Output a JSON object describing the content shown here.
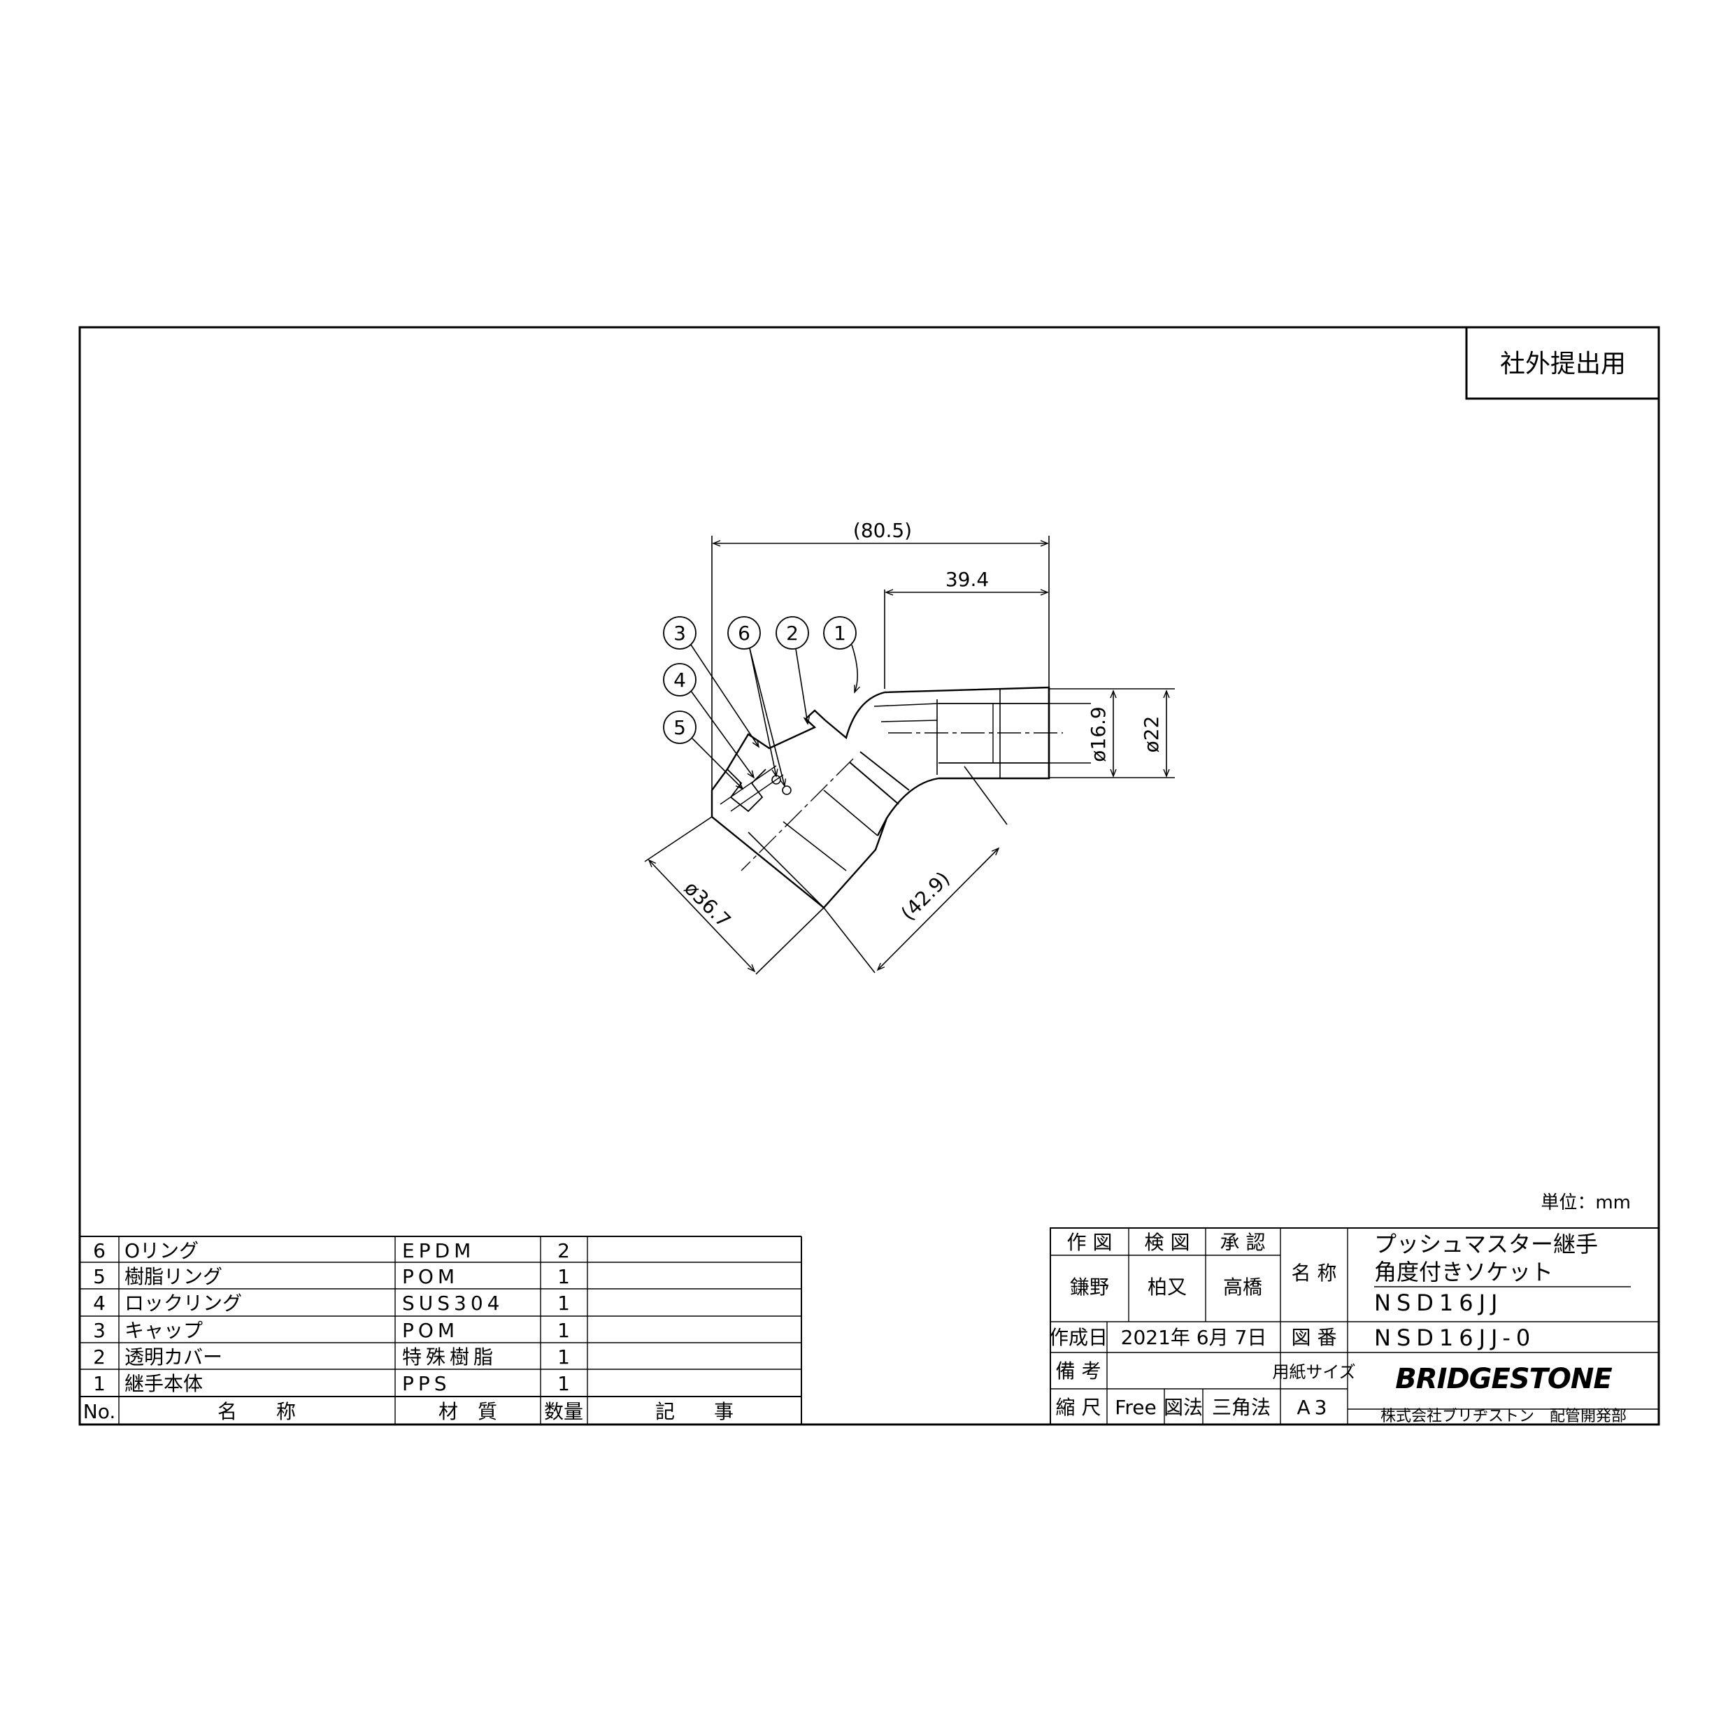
{
  "stamp": "社外提出用",
  "unit": "単位：mm",
  "dimensions": {
    "overall_length": "(80.5)",
    "straight_length": "39.4",
    "inner_diameter": "ø16.9",
    "outer_diameter": "ø22",
    "cap_diameter": "ø36.7",
    "angled_length": "(42.9)"
  },
  "balloons": [
    "3",
    "6",
    "2",
    "1",
    "4",
    "5"
  ],
  "parts_table": {
    "headers": {
      "no": "No.",
      "name": "名　　称",
      "material": "材　質",
      "qty": "数量",
      "remarks": "記　　事"
    },
    "rows": [
      {
        "no": "6",
        "name": "Oリング",
        "material": "EPDM",
        "qty": "2",
        "remarks": ""
      },
      {
        "no": "5",
        "name": "樹脂リング",
        "material": "POM",
        "qty": "1",
        "remarks": ""
      },
      {
        "no": "4",
        "name": "ロックリング",
        "material": "SUS304",
        "qty": "1",
        "remarks": ""
      },
      {
        "no": "3",
        "name": "キャップ",
        "material": "POM",
        "qty": "1",
        "remarks": ""
      },
      {
        "no": "2",
        "name": "透明カバー",
        "material": "特殊樹脂",
        "qty": "1",
        "remarks": ""
      },
      {
        "no": "1",
        "name": "継手本体",
        "material": "PPS",
        "qty": "1",
        "remarks": ""
      }
    ]
  },
  "title_block": {
    "drawn_label": "作 図",
    "checked_label": "検 図",
    "approved_label": "承 認",
    "drawn_by": "鎌野",
    "checked_by": "柏又",
    "approved_by": "高橋",
    "name_label": "名 称",
    "product_name_line1": "プッシュマスター継手",
    "product_name_line2": "角度付きソケット",
    "product_code": "NSD16JJ",
    "date_label": "作成日",
    "date_value": "2021年 6月 7日",
    "drawing_no_label": "図 番",
    "drawing_no": "NSD16JJ-0",
    "remarks_label": "備 考",
    "remarks_value": "",
    "paper_size_label": "用紙サイズ",
    "paper_size": "A3",
    "scale_label": "縮 尺",
    "scale_value": "Free",
    "projection_label": "図法",
    "projection_value": "三角法",
    "brand": "BRIDGESTONE",
    "company": "株式会社ブリヂストン　配管開発部"
  }
}
